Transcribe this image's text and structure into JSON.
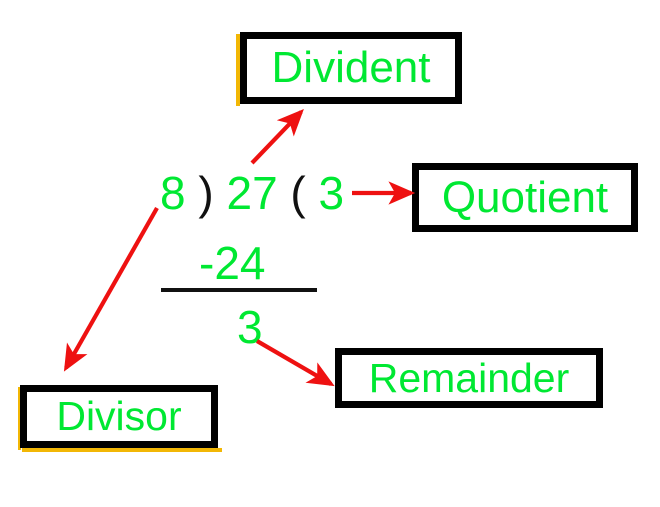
{
  "diagram": {
    "title": "Long division parts diagram",
    "colors": {
      "text_green": "#00e832",
      "arrow_red": "#ee1111",
      "border_black": "#000000",
      "accent_gold": "#f2b705",
      "background": "#ffffff"
    },
    "labels": {
      "divident": "Divident",
      "quotient": "Quotient",
      "divisor": "Divisor",
      "remainder": "Remainder"
    },
    "expression": {
      "divisor_value": "8",
      "open_paren": ")",
      "dividend_value": "27",
      "close_paren": "(",
      "quotient_value": "3",
      "subtracted_value": "-24",
      "remainder_value": "3"
    },
    "arrows": [
      {
        "name": "arrow-to-divident",
        "from": "dividend-27",
        "to": "divident-box"
      },
      {
        "name": "arrow-to-quotient",
        "from": "quotient-3",
        "to": "quotient-box"
      },
      {
        "name": "arrow-to-divisor",
        "from": "divisor-8",
        "to": "divisor-box"
      },
      {
        "name": "arrow-to-remainder",
        "from": "remainder-3",
        "to": "remainder-box"
      }
    ]
  }
}
